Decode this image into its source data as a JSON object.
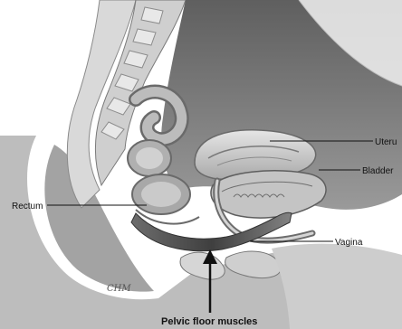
{
  "labels": {
    "uterus": "Uteru",
    "bladder": "Bladder",
    "rectum": "Rectum",
    "vagina": "Vagina",
    "pelvic_floor": "Pelvic floor muscles"
  },
  "signature": "CHM"
}
